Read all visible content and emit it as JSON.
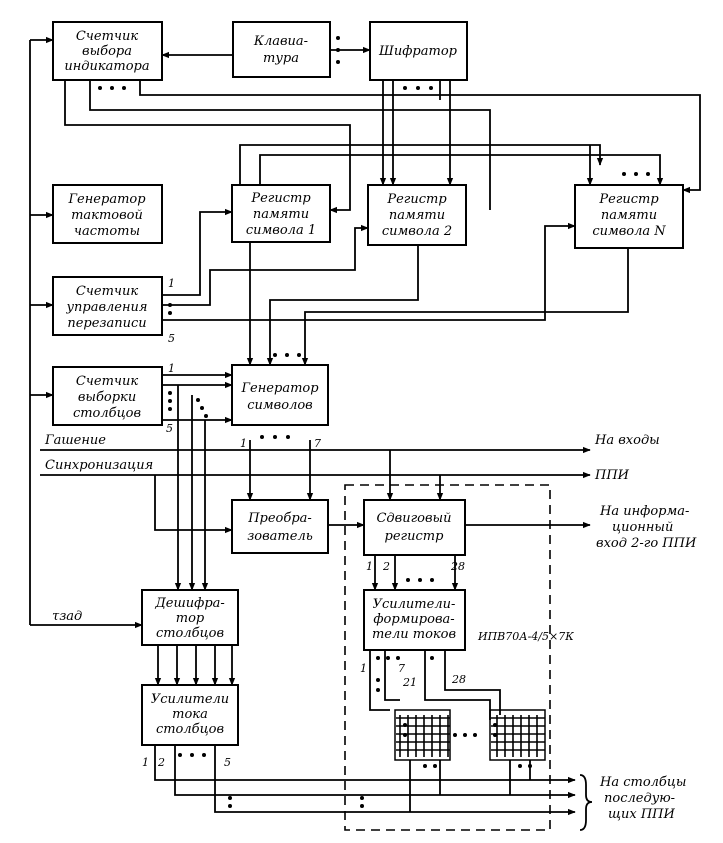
{
  "blocks": {
    "counter_indicator": [
      "Счетчик",
      "выбора",
      "индикатора"
    ],
    "keyboard": [
      "Клавиа-",
      "тура"
    ],
    "encoder": [
      "Шифратор"
    ],
    "clock_gen": [
      "Генератор",
      "тактовой",
      "частоты"
    ],
    "reg1": [
      "Регистр",
      "памяти",
      "символа 1"
    ],
    "reg2": [
      "Регистр",
      "памяти",
      "символа 2"
    ],
    "regN": [
      "Регистр",
      "памяти",
      "символа N"
    ],
    "counter_rewrite": [
      "Счетчик",
      "управления",
      "перезаписи"
    ],
    "counter_columns": [
      "Счетчик",
      "выборки",
      "столбцов"
    ],
    "symbol_gen": [
      "Генератор",
      "символов"
    ],
    "converter": [
      "Преобра-",
      "зователь"
    ],
    "shift_reg": [
      "Сдвиговый",
      "регистр"
    ],
    "column_decoder": [
      "Дешифра-",
      "тор",
      "столбцов"
    ],
    "current_drivers": [
      "Усилители-",
      "формирова-",
      "тели токов"
    ],
    "column_amps": [
      "Усилители",
      "тока",
      "столбцов"
    ]
  },
  "signals": {
    "blanking": "Гашение",
    "sync": "Синхронизация",
    "to_inputs": "На входы",
    "ppi": "ППИ",
    "to_info_input": [
      "На информа-",
      "ционный",
      "вход 2-го ППИ"
    ],
    "to_columns": [
      "На столбцы",
      "последую-",
      "щих ППИ"
    ],
    "t_set": "τзад",
    "indicator_type": "ИПВ70А-4/5×7К"
  },
  "pins": {
    "rw_first": "1",
    "rw_last": "5",
    "col_first": "1",
    "col_last": "5",
    "gen_first": "1",
    "gen_last": "7",
    "sr_1": "1",
    "sr_2": "2",
    "sr_last": "28",
    "drv_1": "1",
    "drv_7": "7",
    "drv_21": "21",
    "drv_28": "28",
    "amp_1": "1",
    "amp_2": "2",
    "amp_5": "5"
  }
}
